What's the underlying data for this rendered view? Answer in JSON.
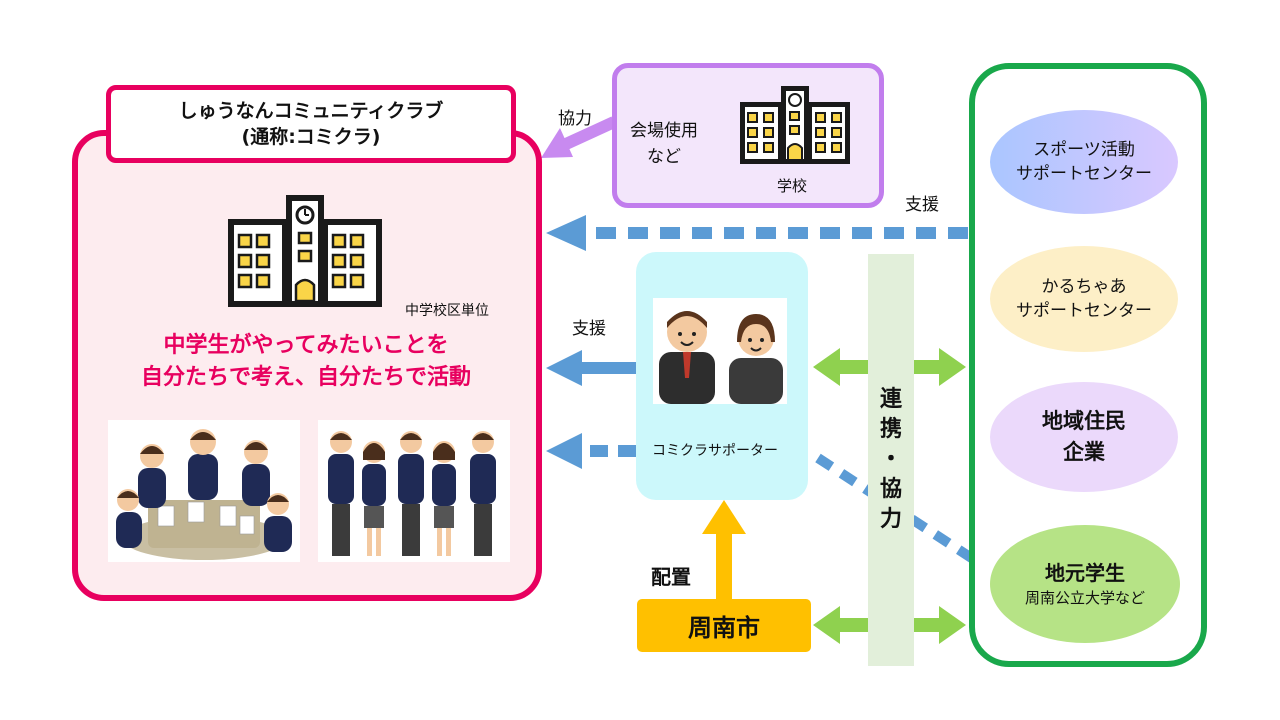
{
  "club": {
    "title_line1": "しゅうなんコミュニティクラブ",
    "title_line2": "(通称:コミクラ)",
    "unit_label": "中学校区単位",
    "message_line1": "中学生がやってみたいことを",
    "message_line2": "自分たちで考え、自分たちで活動",
    "border_color": "#e8005f",
    "fill_color": "#fdecef"
  },
  "school": {
    "venue_line1": "会場使用",
    "venue_line2": "など",
    "label": "学校",
    "border_color": "#c17ded",
    "fill_color": "#f3e6fb"
  },
  "supporter": {
    "label": "コミクラサポーター",
    "fill_color": "#ccf8fb"
  },
  "cooperation": {
    "chars": [
      "連",
      "携",
      "・",
      "協",
      "力"
    ]
  },
  "city": {
    "label": "周南市",
    "color": "#ffc000"
  },
  "arrows": {
    "kyoryoku_label": "協力",
    "shien_top_label": "支援",
    "shien_mid_label": "支援",
    "haichi_label": "配置"
  },
  "partners": [
    {
      "line1": "スポーツ活動",
      "line2": "サポートセンター"
    },
    {
      "line1": "かるちゃあ",
      "line2": "サポートセンター"
    },
    {
      "line1": "地域住民",
      "line2": "企業"
    },
    {
      "line1": "地元学生",
      "line2": "周南公立大学など"
    }
  ],
  "colors": {
    "panel_border": "#19a84b",
    "support_arrow": "#5b9bd5",
    "link_arrow": "#8fd14f",
    "bar_fill": "#e2efda"
  }
}
